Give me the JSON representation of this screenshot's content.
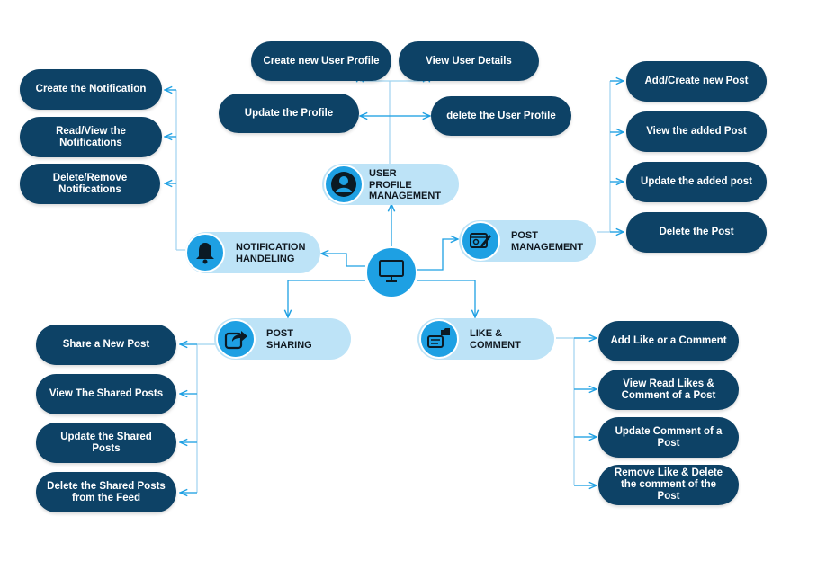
{
  "center": {
    "icon": "computer-monitor-icon"
  },
  "hubs": {
    "user_profile": {
      "label": "USER\nPROFILE\nMANAGEMENT",
      "icon": "user-avatar-icon"
    },
    "post_management": {
      "label": "POST\nMANAGEMENT",
      "icon": "edit-post-icon"
    },
    "notification": {
      "label": "NOTIFICATION\nHANDELING",
      "icon": "bell-icon"
    },
    "post_sharing": {
      "label": "POST\nSHARING",
      "icon": "share-arrow-icon"
    },
    "like_comment": {
      "label": "LIKE &\nCOMMENT",
      "icon": "like-comment-icon"
    }
  },
  "user_profile_items": [
    "Create new User Profile",
    "View User Details",
    "Update the Profile",
    "delete the User Profile"
  ],
  "notification_items": [
    "Create the Notification",
    "Read/View the Notifications",
    "Delete/Remove Notifications"
  ],
  "post_management_items": [
    "Add/Create new Post",
    "View the added Post",
    "Update the added post",
    "Delete the Post"
  ],
  "post_sharing_items": [
    "Share a New Post",
    "View The Shared Posts",
    "Update the Shared Posts",
    "Delete the Shared Posts from the Feed"
  ],
  "like_comment_items": [
    "Add Like or a Comment",
    "View Read Likes & Comment of a Post",
    "Update Comment of a Post",
    "Remove Like & Delete the comment of the Post"
  ],
  "colors": {
    "node": "#0d4266",
    "hub": "#bde3f7",
    "accent": "#1ea0e3",
    "line": "#9fd3ef"
  }
}
